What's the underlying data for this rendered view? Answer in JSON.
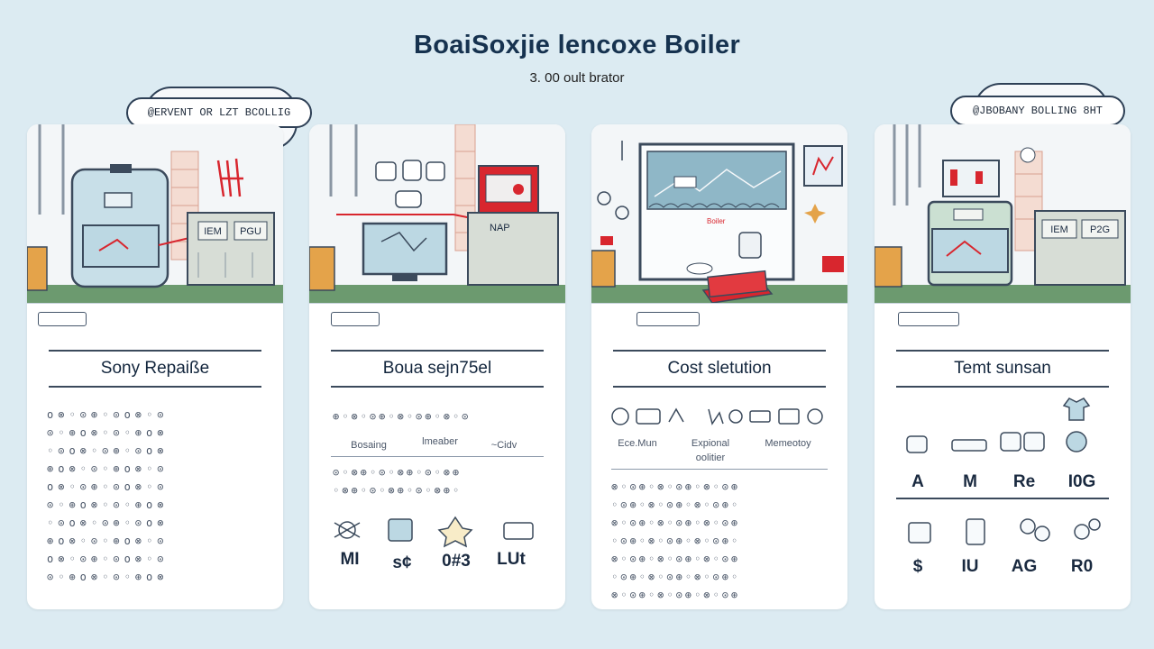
{
  "page": {
    "title": "BoaiSoxjie lencoxe Boiler",
    "subtitle": "3. 00 oult brator"
  },
  "bubbles": {
    "left": "@ERVENT OR LZT BCOLLIG",
    "right": "@JBOBANY BOLLING 8HT"
  },
  "cards": [
    {
      "heading": "Sony Repaiße",
      "panel_label_left": "IEM",
      "panel_label_right": "PGU",
      "grid": "o⊗◦⊙⊕◦⊙o⊗◦⊙\n⊙◦⊕o⊗◦⊙◦⊕o⊗\n◦⊙o⊗◦⊙⊕◦⊙o⊗\n⊕o⊗◦⊙◦⊕o⊗◦⊙\no⊗◦⊙⊕◦⊙o⊗◦⊙\n⊙◦⊕o⊗◦⊙◦⊕o⊗\n◦⊙o⊗◦⊙⊕◦⊙o⊗\n⊕o⊗◦⊙◦⊕o⊗◦⊙\no⊗◦⊙⊕◦⊙o⊗◦⊙\n⊙◦⊕o⊗◦⊙◦⊕o⊗"
    },
    {
      "heading": "Boua sejn75el",
      "panel_label": "NAP",
      "caption_left": "Bosaing",
      "caption_mid": "lmeaber",
      "caption_right": "~Cidv",
      "grid_top": "⊕◦⊗◦⊙⊕◦⊗◦⊙⊕◦⊗◦⊙",
      "grid": "⊙◦⊗⊕◦⊙◦⊗⊕◦⊙◦⊗⊕\n◦⊗⊕◦⊙◦⊗⊕◦⊙◦⊗⊕◦",
      "letters": [
        "MI",
        "s¢",
        "0#3",
        "LUt"
      ]
    },
    {
      "heading": "Cost sletution",
      "caption_left": "Ece.Mun",
      "caption_mid": "Expional",
      "caption_mid2": "oolitier",
      "caption_right": "Memeotoy",
      "grid": "⊗◦⊙⊕◦⊗◦⊙⊕◦⊗◦⊙⊕\n◦⊙⊕◦⊗◦⊙⊕◦⊗◦⊙⊕◦\n⊗◦⊙⊕◦⊗◦⊙⊕◦⊗◦⊙⊕\n◦⊙⊕◦⊗◦⊙⊕◦⊗◦⊙⊕◦\n⊗◦⊙⊕◦⊗◦⊙⊕◦⊗◦⊙⊕\n◦⊙⊕◦⊗◦⊙⊕◦⊗◦⊙⊕◦\n⊗◦⊙⊕◦⊗◦⊙⊕◦⊗◦⊙⊕\n◦⊙⊕◦⊗◦⊙⊕◦⊗◦⊙⊕◦\n⊗◦⊙⊕◦⊗◦⊙⊕◦⊗◦⊙⊕"
    },
    {
      "heading": "Temt sunsan",
      "panel_label_left": "IEM",
      "panel_label_right": "P2G",
      "row1": [
        "A",
        "M",
        "Re",
        "I0G"
      ],
      "row2": [
        "$",
        "IU",
        "AG",
        "R0"
      ]
    }
  ],
  "colors": {
    "background": "#dcebf2",
    "accent_red": "#d8262e",
    "navy": "#16324f",
    "screen_teal": "#bcd8e3"
  },
  "icons": [
    "boiler-icon",
    "pipe-icon",
    "thermometer-icon",
    "toolbox-icon",
    "cloud-icon",
    "gauge-icon"
  ]
}
